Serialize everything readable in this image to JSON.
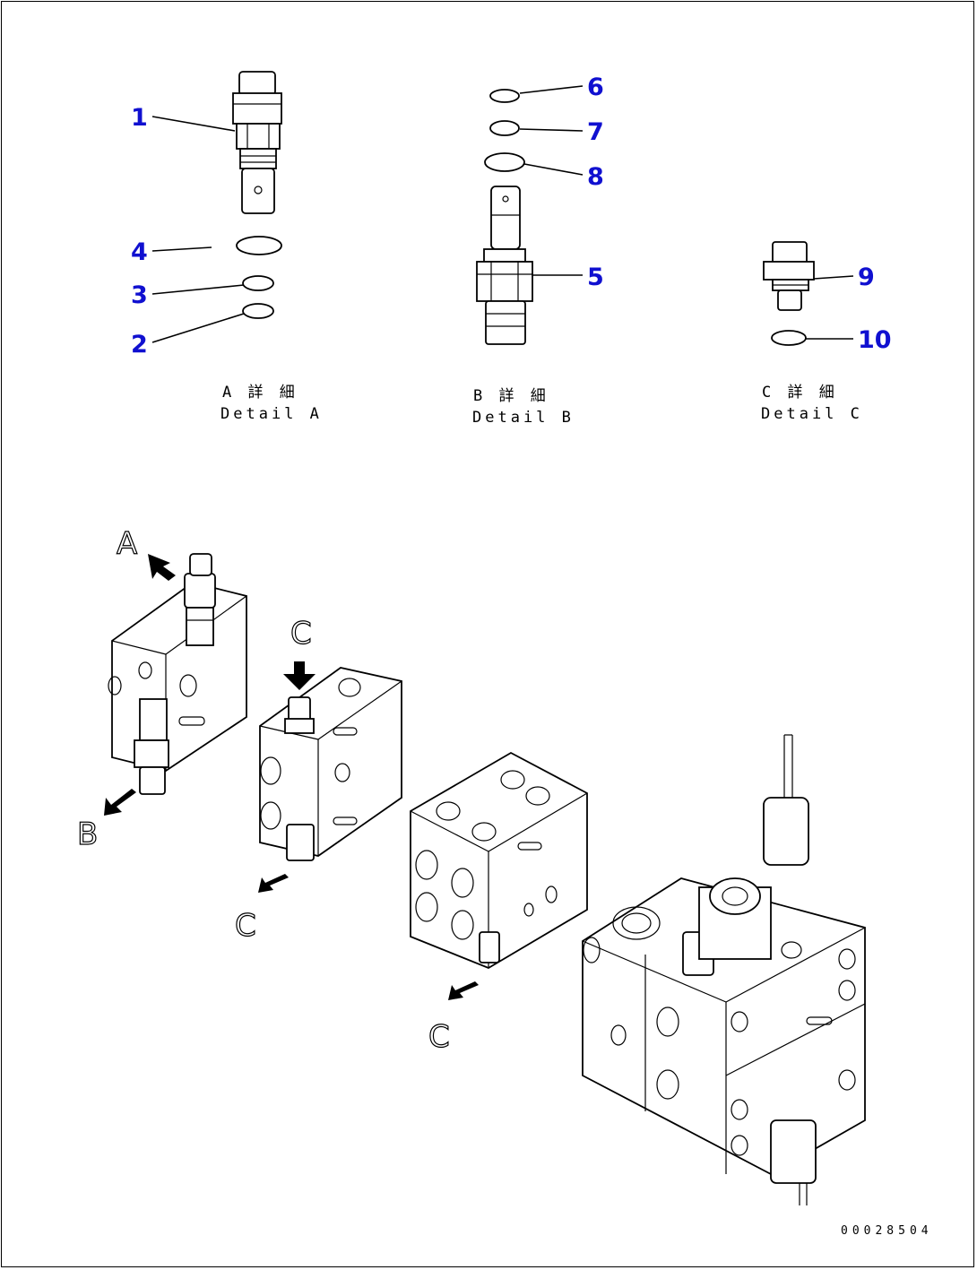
{
  "callouts": [
    {
      "id": "1",
      "label": "1"
    },
    {
      "id": "2",
      "label": "2"
    },
    {
      "id": "3",
      "label": "3"
    },
    {
      "id": "4",
      "label": "4"
    },
    {
      "id": "5",
      "label": "5"
    },
    {
      "id": "6",
      "label": "6"
    },
    {
      "id": "7",
      "label": "7"
    },
    {
      "id": "8",
      "label": "8"
    },
    {
      "id": "9",
      "label": "9"
    },
    {
      "id": "10",
      "label": "10"
    }
  ],
  "details": [
    {
      "jp": "A 詳 細",
      "en": "Detail A"
    },
    {
      "jp": "B 詳 細",
      "en": "Detail B"
    },
    {
      "jp": "C 詳 細",
      "en": "Detail C"
    }
  ],
  "view_letters": {
    "a": "A",
    "b": "B",
    "c1": "C",
    "c2": "C",
    "c3": "C"
  },
  "document_number": "00028504",
  "colors": {
    "callout": "#1010d0",
    "line": "#000000"
  }
}
